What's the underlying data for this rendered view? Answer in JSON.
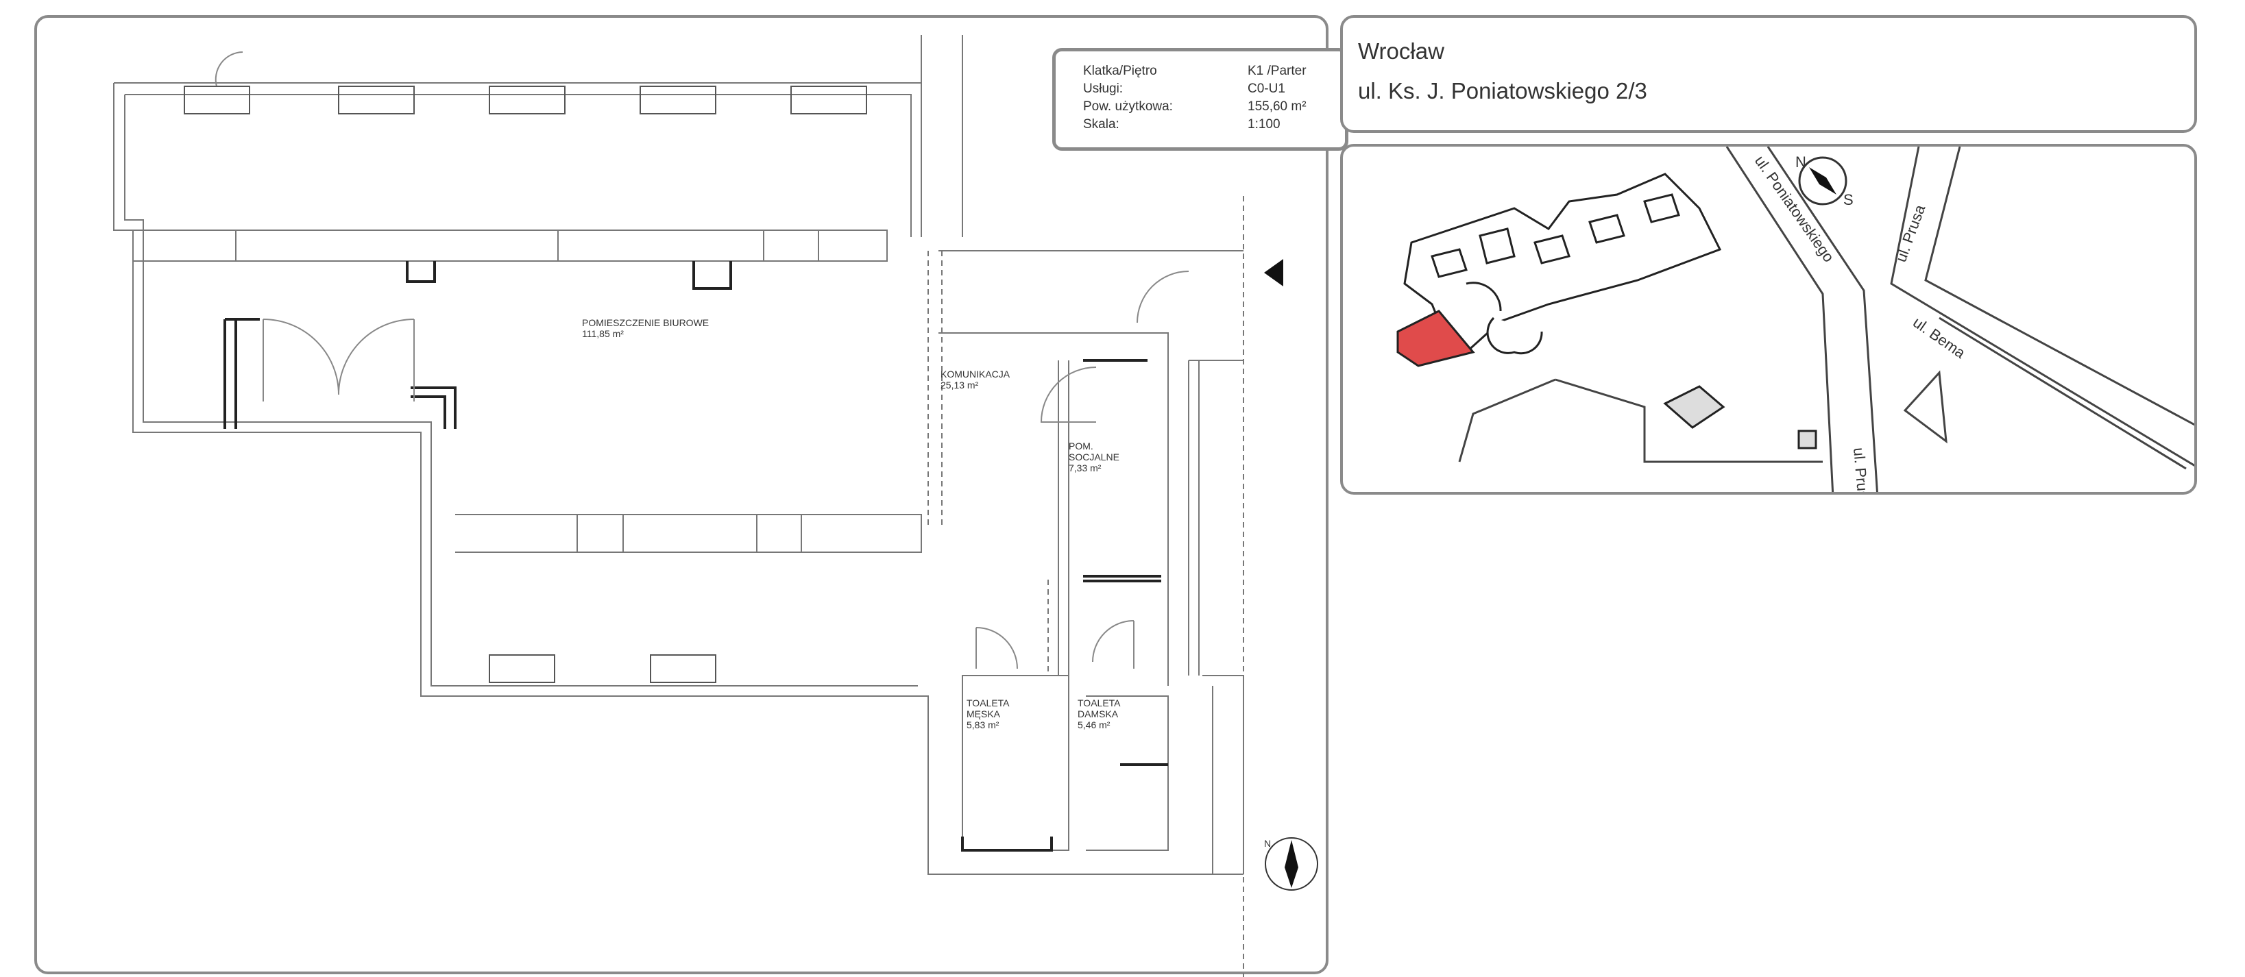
{
  "info": {
    "rows": [
      {
        "label": "Klatka/Piętro",
        "value": "K1 /Parter"
      },
      {
        "label": "Usługi:",
        "value": "C0-U1"
      },
      {
        "label": "Pow. użytkowa:",
        "value": "155,60 m²"
      },
      {
        "label": "Skala:",
        "value": "1:100"
      }
    ]
  },
  "address": {
    "city": "Wrocław",
    "street": "ul. Ks. J. Poniatowskiego 2/3"
  },
  "rooms": [
    {
      "name": "POMIESZCZENIE BIUROWE",
      "area": "111,85 m²"
    },
    {
      "name": "KOMUNIKACJA",
      "area": "25,13 m²"
    },
    {
      "name": "POM.",
      "name2": "SOCJALNE",
      "area": "7,33 m²"
    },
    {
      "name": "TOALETA",
      "name2": "MĘSKA",
      "area": "5,83 m²"
    },
    {
      "name": "TOALETA",
      "name2": "DAMSKA",
      "area": "5,46 m²"
    }
  ],
  "map": {
    "streets": [
      "ul. Poniatowskiego",
      "ul. Prusa",
      "ul. Bema",
      "ul. Prusa"
    ],
    "highlight_color": "#e04b4b",
    "compass_n": "N",
    "compass_s": "S"
  },
  "plan": {
    "compass_n": "N",
    "arrow_icon": "triangle-left-icon"
  }
}
